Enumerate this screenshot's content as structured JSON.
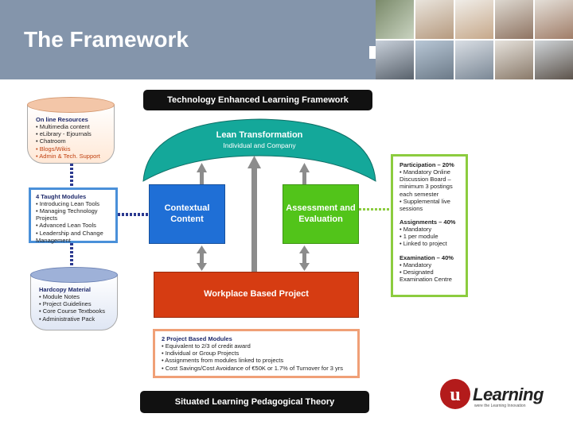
{
  "header": {
    "title": "The Framework"
  },
  "diagram": {
    "top_title": "Technology Enhanced Learning Framework",
    "bottom_title": "Situated Learning Pedagogical Theory",
    "lean": {
      "title": "Lean Transformation",
      "subtitle": "Individual and Company"
    },
    "contextual": "Contextual Content",
    "assessment": "Assessment and Evaluation",
    "workplace": "Workplace Based Project",
    "online_resources": {
      "title": "On line  Resources",
      "items": [
        "• Multimedia content",
        "• eLibrary - Ejournals",
        "• Chatroom",
        "• Blogs/Wikis",
        "• Admin & Tech. Support"
      ]
    },
    "taught_modules": {
      "title": "4 Taught Modules",
      "items": [
        "• Introducing Lean Tools",
        "• Managing Technology Projects",
        "• Advanced Lean Tools",
        "• Leadership and Change Management"
      ]
    },
    "hardcopy": {
      "title": "Hardcopy Material",
      "items": [
        "• Module Notes",
        "• Project Guidelines",
        "• Core Course Textbooks",
        "• Administrative Pack"
      ]
    },
    "participation": {
      "lines": [
        "Participation – 20%",
        "• Mandatory Online Discussion Board – minimum 3 postings each semester",
        "• Supplemental live sessions"
      ]
    },
    "assignments": {
      "lines": [
        "Assignments – 40%",
        "• Mandatory",
        "• 1 per module",
        "• Linked to project"
      ]
    },
    "examination": {
      "lines": [
        "Examination – 40%",
        "• Mandatory",
        "• Designated",
        "  Examination Centre"
      ]
    },
    "project_modules": {
      "title": "2 Project Based Modules",
      "items": [
        "• Equivalent to 2/3 of credit award",
        "• Individual or Group Projects",
        "• Assignments from modules linked to projects",
        "• Cost Savings/Cost Avoidance of €50K or 1.7% of Turnover for 3 yrs"
      ]
    }
  },
  "logo": {
    "mark": "u",
    "text": "Learning",
    "tagline": "were the Learning Innovation"
  },
  "colors": {
    "header_bg": "#8495ab",
    "teal": "#14a89a",
    "blue": "#1f6fd6",
    "green": "#52c41a",
    "red_orange": "#d63c12",
    "logo_red": "#b31b1b"
  }
}
